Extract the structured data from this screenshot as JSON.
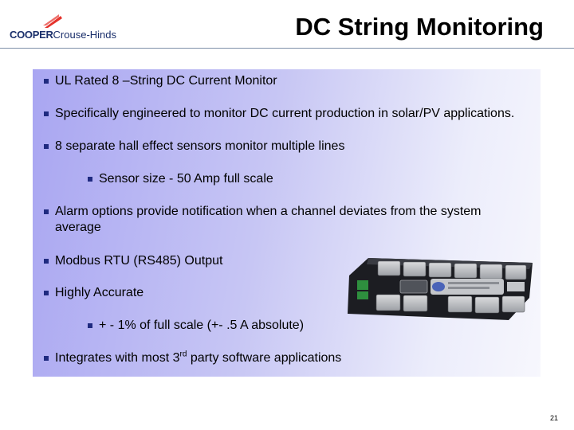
{
  "header": {
    "brand": "COOPER",
    "brand_sub": "Crouse-Hinds",
    "title": "DC String Monitoring"
  },
  "colors": {
    "accent_red": "#e5322b",
    "bullet_blue": "#1f2a80",
    "brand_blue": "#1a2f6b"
  },
  "bullets": [
    {
      "text": "UL Rated 8 –String DC Current Monitor",
      "level": 1
    },
    {
      "text": "Specifically engineered to monitor DC current production in solar/PV applications.",
      "level": 1
    },
    {
      "text": "8 separate hall effect sensors monitor multiple lines",
      "level": 1
    },
    {
      "text": "Sensor size - 50 Amp full scale",
      "level": 2
    },
    {
      "text": "Alarm options provide notification when a channel deviates from the system",
      "text_line2": "average",
      "level": 1
    },
    {
      "text": "Modbus RTU (RS485) Output",
      "level": 1
    },
    {
      "text": "Highly Accurate",
      "level": 1
    },
    {
      "text": "+ - 1% of full scale (+- .5 A absolute)",
      "level": 2
    },
    {
      "text_before": "Integrates with most 3",
      "sup": "rd",
      "text_after": " party software applications",
      "level": 1
    }
  ],
  "image": {
    "icon": "dc-current-monitor-device"
  },
  "footer": {
    "page_number": "21"
  }
}
